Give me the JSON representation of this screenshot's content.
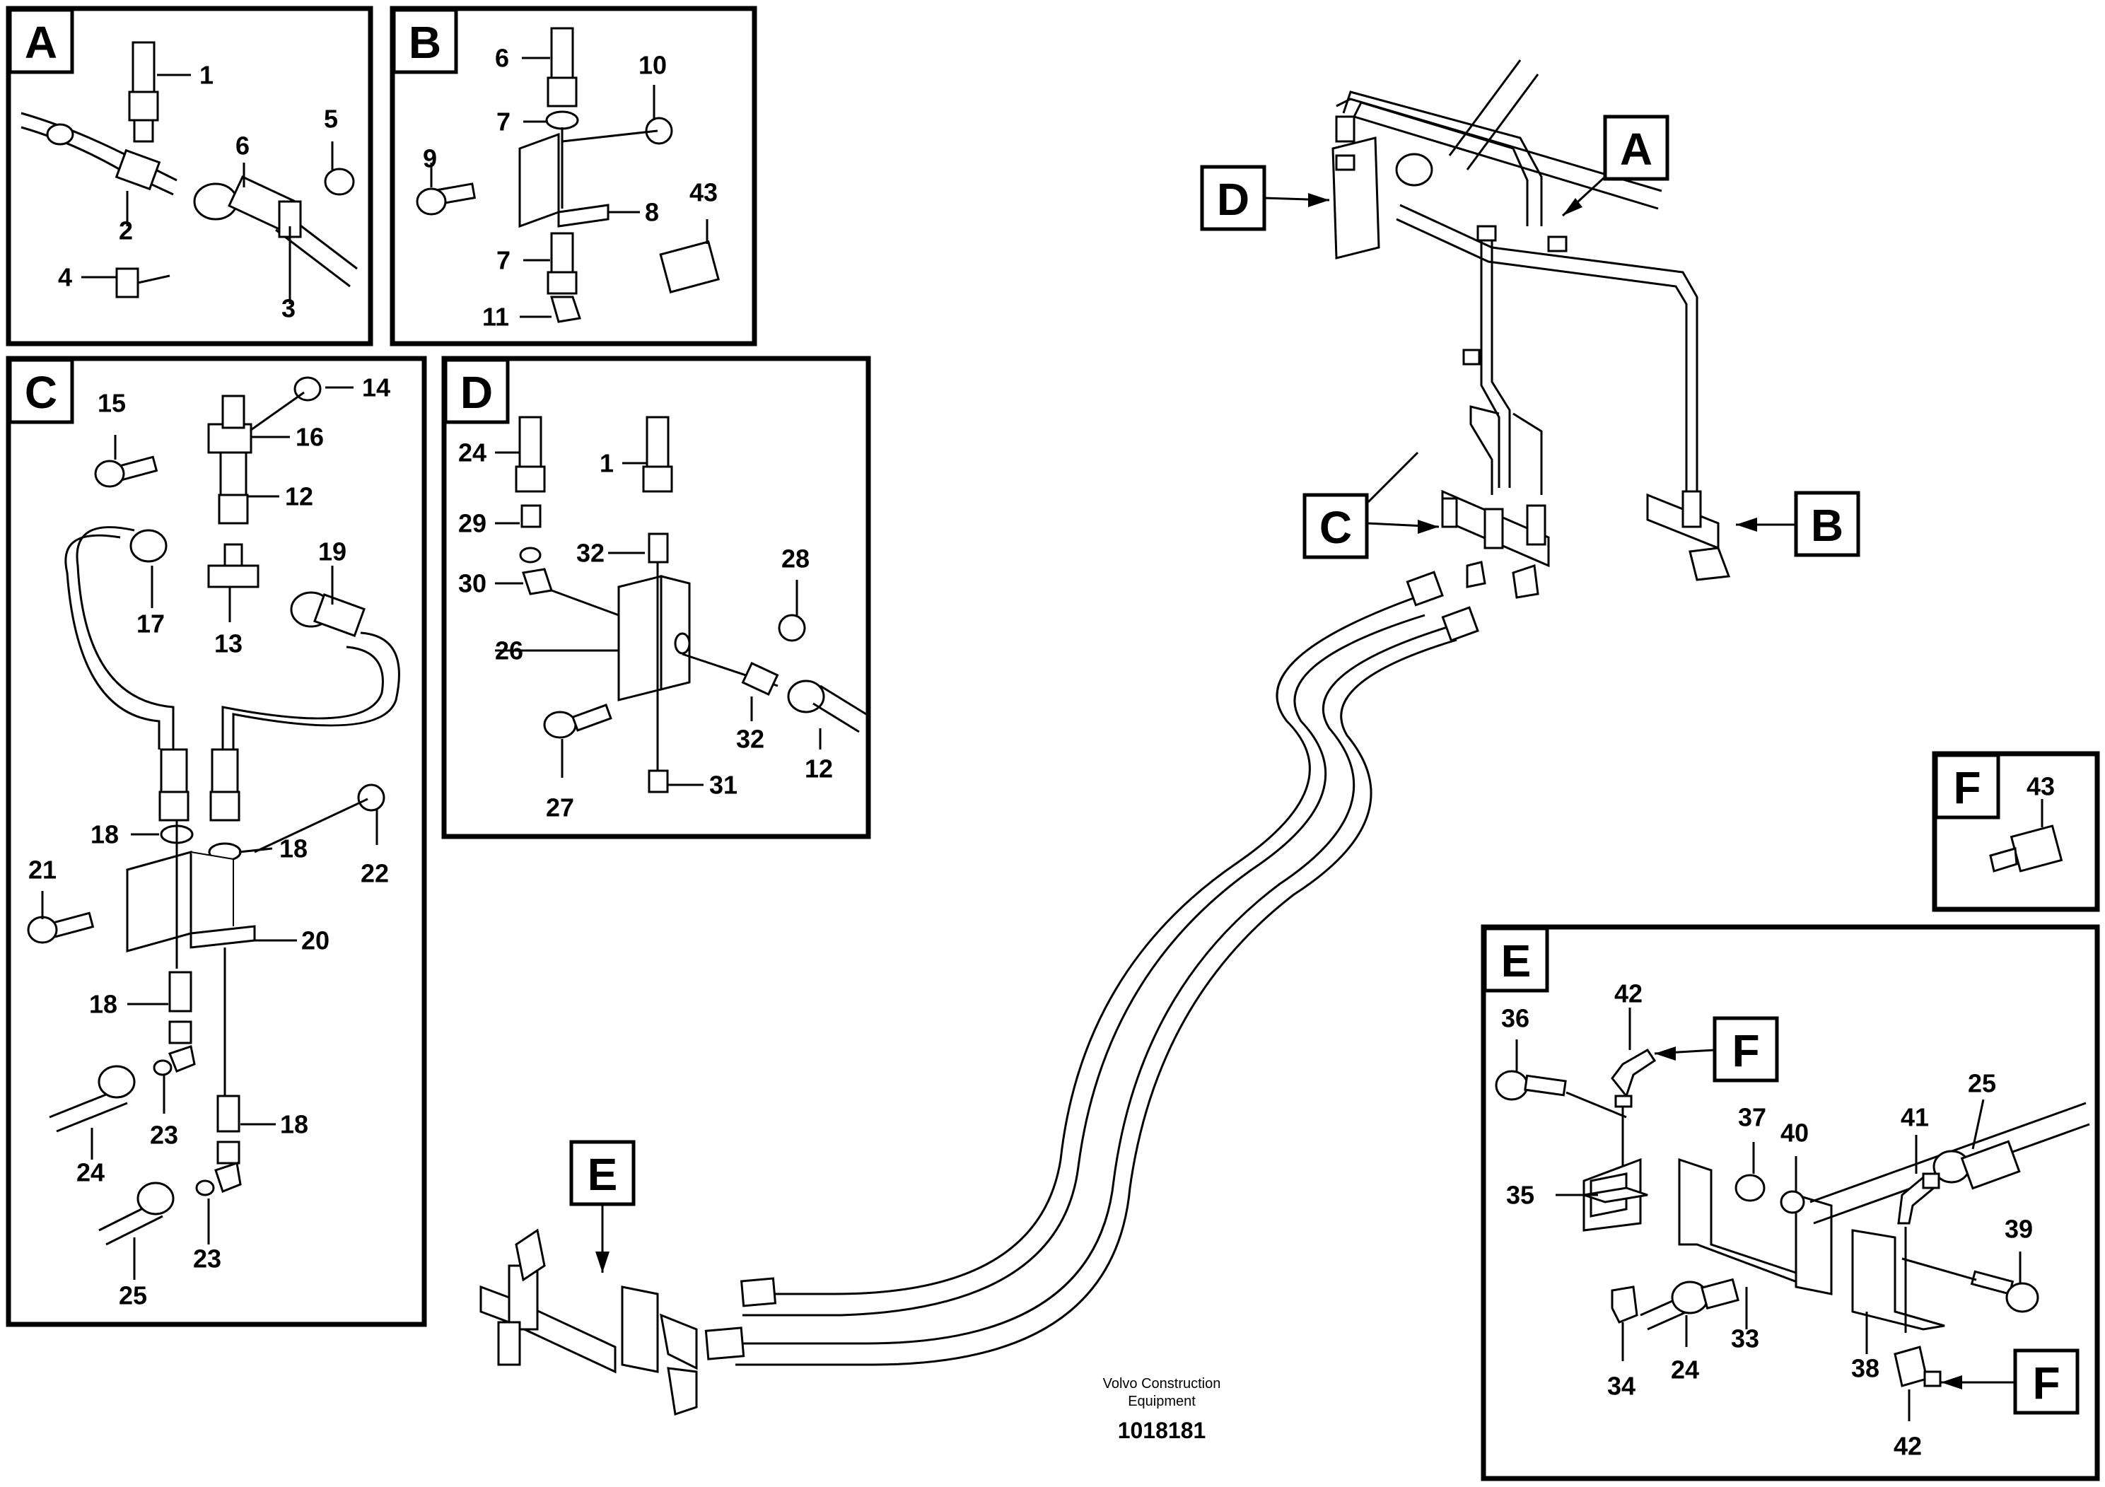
{
  "panels": {
    "A": {
      "tag": "A",
      "labels": [
        "1",
        "2",
        "3",
        "4",
        "5",
        "6"
      ]
    },
    "B": {
      "tag": "B",
      "labels": [
        "6",
        "7",
        "7",
        "8",
        "9",
        "10",
        "11",
        "43"
      ]
    },
    "C": {
      "tag": "C",
      "labels": [
        "14",
        "15",
        "16",
        "12",
        "19",
        "17",
        "13",
        "18",
        "18",
        "22",
        "21",
        "20",
        "18",
        "23",
        "24",
        "18",
        "23",
        "25"
      ]
    },
    "D": {
      "tag": "D",
      "labels": [
        "24",
        "1",
        "29",
        "32",
        "28",
        "30",
        "26",
        "32",
        "12",
        "27",
        "31"
      ]
    },
    "E": {
      "tag": "E",
      "labels": [
        "42",
        "36",
        "F",
        "25",
        "37",
        "40",
        "41",
        "35",
        "39",
        "24",
        "33",
        "34",
        "38",
        "F",
        "42"
      ]
    },
    "F": {
      "tag": "F",
      "labels": [
        "43"
      ]
    }
  },
  "overview_callouts": [
    "A",
    "D",
    "C",
    "B",
    "E"
  ],
  "footer": {
    "company_line1": "Volvo Construction",
    "company_line2": "Equipment",
    "drawing_number": "1018181"
  }
}
